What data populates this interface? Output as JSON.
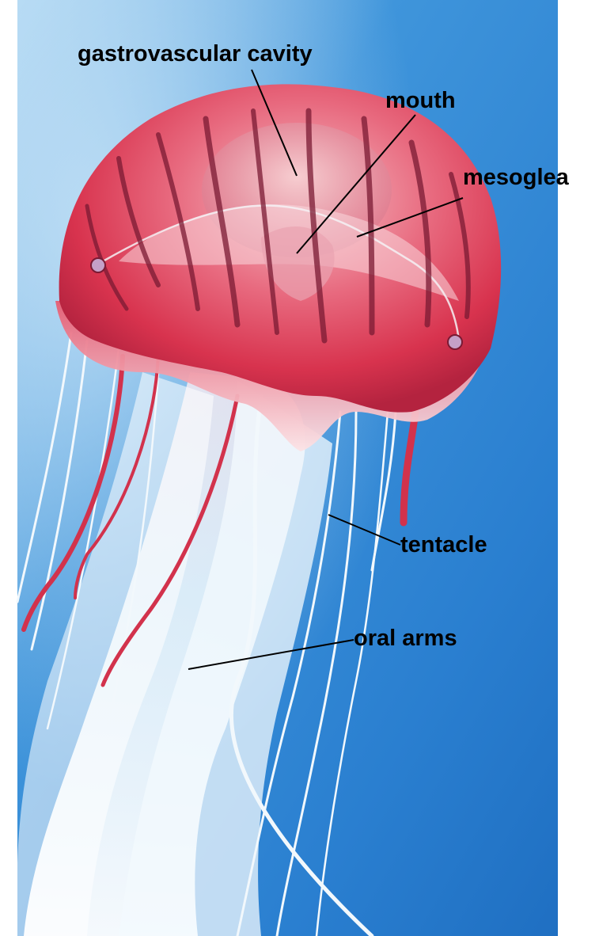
{
  "labels": {
    "gastrovascular_cavity": "gastrovascular cavity",
    "mouth": "mouth",
    "mesoglea": "mesoglea",
    "tentacle": "tentacle",
    "oral_arms": "oral arms"
  },
  "colors": {
    "water_light": "#8fc3ea",
    "water_mid": "#3b8fd8",
    "water_deep": "#1d6fc4",
    "bell_red": "#d8334e",
    "bell_dark": "#a81e3a",
    "bell_pink": "#f3a9b6",
    "stripe": "#7a1a33",
    "oral_arm_white": "#e9f4fb",
    "leader_line": "#000000",
    "label_text": "#000000"
  }
}
